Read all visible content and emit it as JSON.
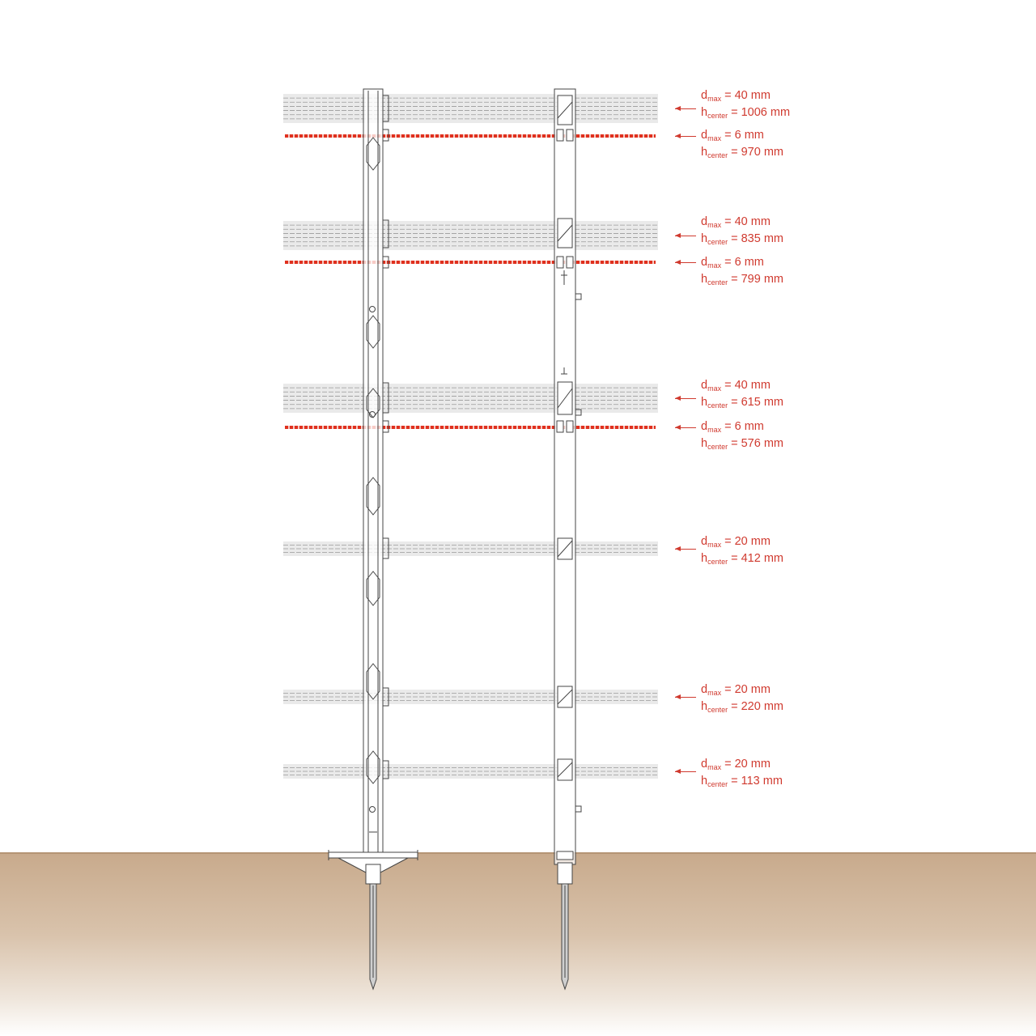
{
  "colors": {
    "label": "#d03a2f",
    "rope": "#e0301e",
    "tape": "#d8d8d8",
    "post_outline": "#444444",
    "ground": "#c8aa8c"
  },
  "legend": {
    "d_symbol": "d",
    "d_sub": "max",
    "h_symbol": "h",
    "h_sub": "center"
  },
  "conductors": [
    {
      "type": "tape",
      "d_value": "= 40 mm",
      "h_value": "= 1006 mm"
    },
    {
      "type": "rope",
      "d_value": "= 6 mm",
      "h_value": "= 970 mm"
    },
    {
      "type": "tape",
      "d_value": "= 40 mm",
      "h_value": "= 835 mm"
    },
    {
      "type": "rope",
      "d_value": "= 6 mm",
      "h_value": "= 799 mm"
    },
    {
      "type": "tape",
      "d_value": "= 40 mm",
      "h_value": "= 615 mm"
    },
    {
      "type": "rope",
      "d_value": "= 6 mm",
      "h_value": "= 576 mm"
    },
    {
      "type": "tape",
      "d_value": "= 20 mm",
      "h_value": "= 412 mm"
    },
    {
      "type": "tape",
      "d_value": "= 20 mm",
      "h_value": "= 220 mm"
    },
    {
      "type": "tape",
      "d_value": "= 20 mm",
      "h_value": "= 113 mm"
    }
  ]
}
